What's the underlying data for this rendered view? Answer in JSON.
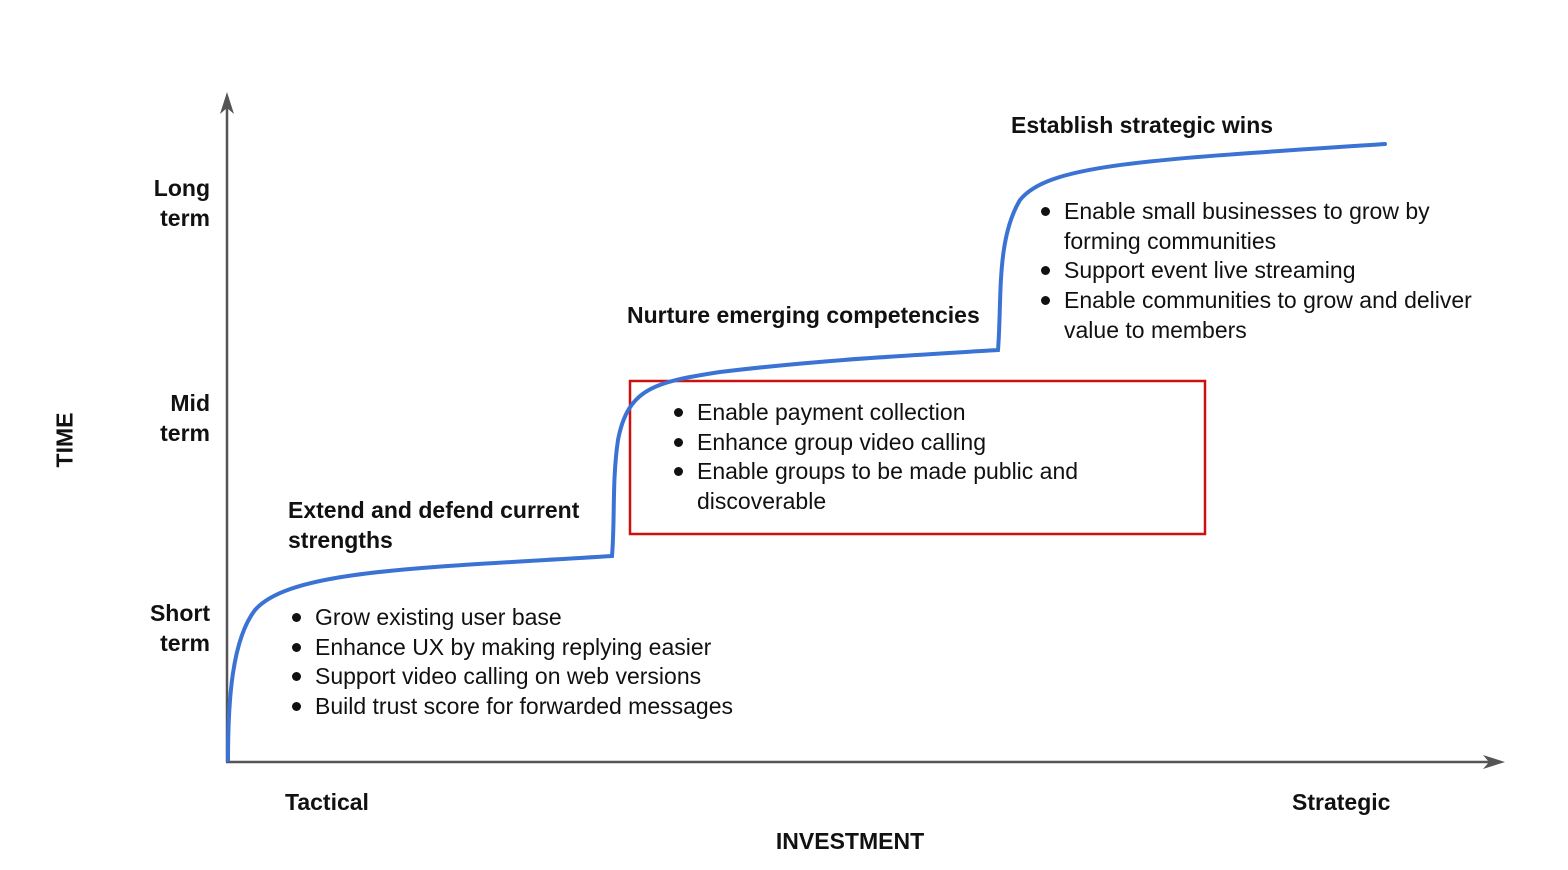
{
  "axes": {
    "y_title": "TIME",
    "x_title": "INVESTMENT",
    "y_ticks": [
      "Long\nterm",
      "Mid\nterm",
      "Short\nterm"
    ],
    "x_ticks": [
      "Tactical",
      "Strategic"
    ]
  },
  "stages": [
    {
      "title": "Extend and defend current strengths",
      "items": [
        "Grow existing user base",
        "Enhance UX by making replying easier",
        "Support video calling on web versions",
        "Build trust score for forwarded messages"
      ]
    },
    {
      "title": "Nurture emerging competencies",
      "items": [
        "Enable payment collection",
        "Enhance group video calling",
        "Enable groups to be made public and discoverable"
      ]
    },
    {
      "title": "Establish strategic wins",
      "items": [
        "Enable small businesses to grow by forming communities",
        "Support event live streaming",
        "Enable communities to grow and deliver value to members"
      ]
    }
  ],
  "colors": {
    "curve": "#3b73d4",
    "axis": "#555555",
    "highlight_box": "#cc1111"
  }
}
